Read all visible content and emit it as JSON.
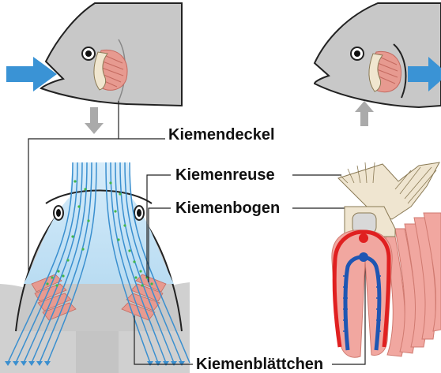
{
  "labels": {
    "kiemendeckel": "Kiemendeckel",
    "kiemenreuse": "Kiemenreuse",
    "kiemenbogen": "Kiemenbogen",
    "kiemenblaettchen": "Kiemenblättchen"
  },
  "colors": {
    "water_flow": "#3a8fcf",
    "fish_skin": "#c8c8c8",
    "fish_outline": "#222222",
    "gill_filaments": "#e39088",
    "gill_raker": "#efe5d0",
    "blood_oxygenated": "#e02020",
    "blood_deoxygenated": "#1e56b3",
    "water_inflow_arrow": "#3a93d5",
    "outflow_arrow": "#aaaaaa",
    "oxygen_dots": "#42b84a"
  },
  "icons": [
    "water-inflow-arrow",
    "water-outflow-arrow",
    "operculum-arrow",
    "fish-eye"
  ]
}
